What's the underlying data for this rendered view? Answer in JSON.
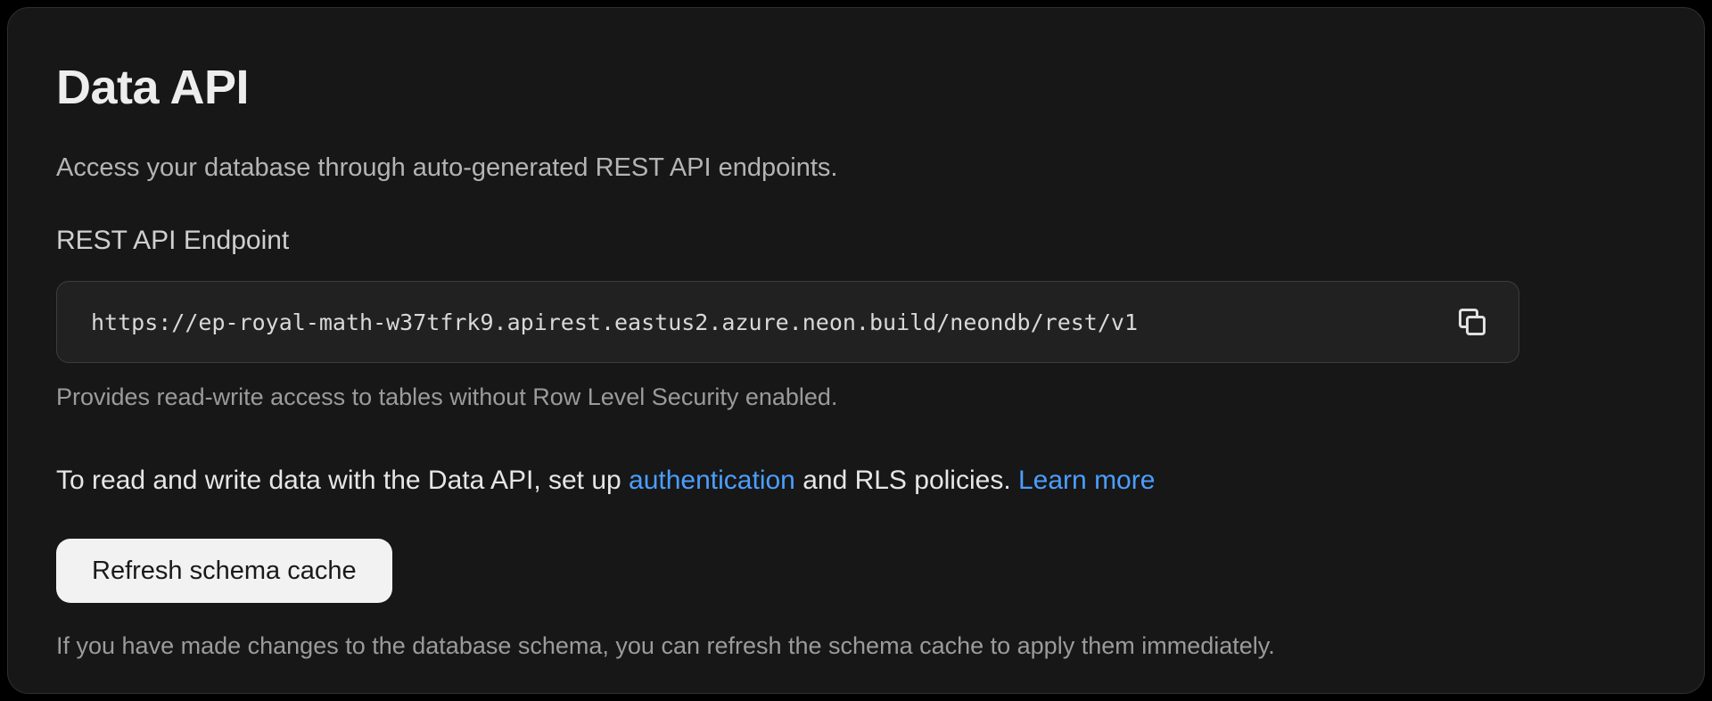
{
  "page": {
    "title": "Data API",
    "description": "Access your database through auto-generated REST API endpoints."
  },
  "endpoint": {
    "label": "REST API Endpoint",
    "url": "https://ep-royal-math-w37tfrk9.apirest.eastus2.azure.neon.build/neondb/rest/v1",
    "copy_icon": "copy-icon",
    "helper": "Provides read-write access to tables without Row Level Security enabled."
  },
  "info": {
    "text_before": "To read and write data with the Data API, set up ",
    "auth_link": "authentication",
    "text_middle": " and RLS policies. ",
    "learn_more_link": "Learn more"
  },
  "schema_cache": {
    "button_label": "Refresh schema cache",
    "helper": "If you have made changes to the database schema, you can refresh the schema cache to apply them immediately."
  },
  "colors": {
    "page_background": "#000000",
    "card_background": "#171717",
    "card_border": "#2f2f2f",
    "field_background": "#212121",
    "link": "#4b9eff",
    "button_background": "#f2f2f2",
    "button_text": "#1a1a1a",
    "muted_text": "#9b9b9b"
  }
}
